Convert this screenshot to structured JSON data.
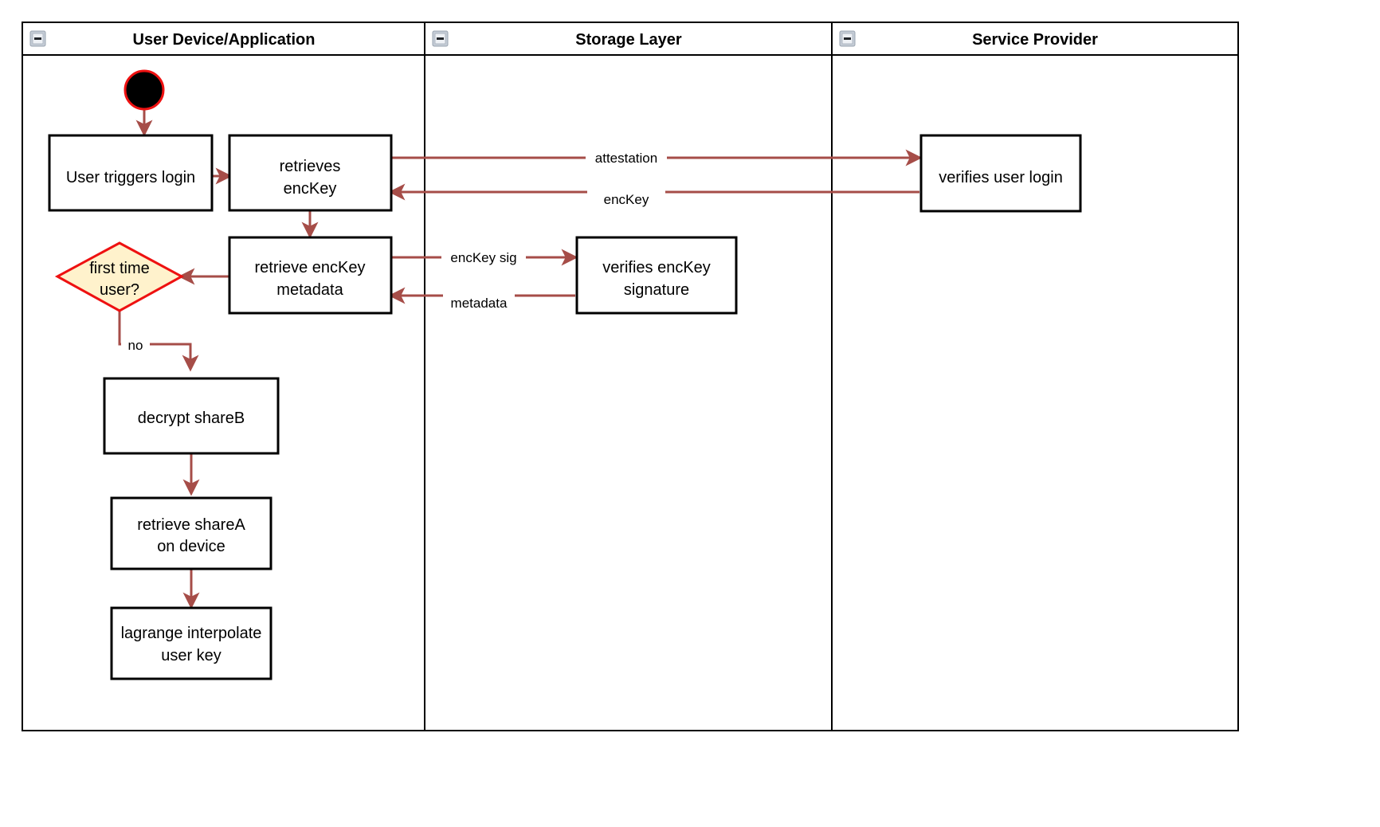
{
  "diagram": {
    "title": "User login key retrieval swimlane activity diagram",
    "colors": {
      "arrow": "#a64d48",
      "decision_fill": "#fff2cc",
      "decision_stroke": "#ee1111",
      "node_stroke": "#000000",
      "node_fill": "#ffffff",
      "start_fill": "#000000",
      "start_stroke": "#ee1111",
      "lane_stroke": "#000000",
      "background": "#ffffff"
    },
    "lanes": [
      {
        "id": "lane-user-device",
        "label": "User Device/Application",
        "collapse_icon": "collapse-minus-icon"
      },
      {
        "id": "lane-storage",
        "label": "Storage Layer",
        "collapse_icon": "collapse-minus-icon"
      },
      {
        "id": "lane-service-provider",
        "label": "Service Provider",
        "collapse_icon": "collapse-minus-icon"
      }
    ],
    "nodes": [
      {
        "id": "start",
        "type": "start",
        "lane": "lane-user-device",
        "label": ""
      },
      {
        "id": "user-triggers-login",
        "type": "activity",
        "lane": "lane-user-device",
        "label_line1": "User triggers login",
        "label_line2": ""
      },
      {
        "id": "retrieves-enckey",
        "type": "activity",
        "lane": "lane-user-device",
        "label_line1": "retrieves",
        "label_line2": "encKey"
      },
      {
        "id": "retrieve-enckey-metadata",
        "type": "activity",
        "lane": "lane-user-device",
        "label_line1": "retrieve encKey",
        "label_line2": "metadata"
      },
      {
        "id": "first-time-user",
        "type": "decision",
        "lane": "lane-user-device",
        "label_line1": "first time",
        "label_line2": "user?"
      },
      {
        "id": "decrypt-shareb",
        "type": "activity",
        "lane": "lane-user-device",
        "label_line1": "decrypt shareB",
        "label_line2": ""
      },
      {
        "id": "retrieve-sharea-on-device",
        "type": "activity",
        "lane": "lane-user-device",
        "label_line1": "retrieve shareA",
        "label_line2": "on device"
      },
      {
        "id": "lagrange-interpolate-user-key",
        "type": "activity",
        "lane": "lane-user-device",
        "label_line1": "lagrange interpolate",
        "label_line2": "user key"
      },
      {
        "id": "verifies-enckey-signature",
        "type": "activity",
        "lane": "lane-storage",
        "label_line1": "verifies encKey",
        "label_line2": "signature"
      },
      {
        "id": "verifies-user-login",
        "type": "activity",
        "lane": "lane-service-provider",
        "label_line1": "verifies user login",
        "label_line2": ""
      }
    ],
    "edges": [
      {
        "id": "edge-start-to-login",
        "from": "start",
        "to": "user-triggers-login",
        "label": ""
      },
      {
        "id": "edge-login-to-retrieves",
        "from": "user-triggers-login",
        "to": "retrieves-enckey",
        "label": ""
      },
      {
        "id": "edge-attestation",
        "from": "retrieves-enckey",
        "to": "verifies-user-login",
        "label": "attestation"
      },
      {
        "id": "edge-enckey",
        "from": "verifies-user-login",
        "to": "retrieves-enckey",
        "label": "encKey"
      },
      {
        "id": "edge-retrieves-to-metadata",
        "from": "retrieves-enckey",
        "to": "retrieve-enckey-metadata",
        "label": ""
      },
      {
        "id": "edge-enckey-sig",
        "from": "retrieve-enckey-metadata",
        "to": "verifies-enckey-signature",
        "label": "encKey sig"
      },
      {
        "id": "edge-metadata",
        "from": "verifies-enckey-signature",
        "to": "retrieve-enckey-metadata",
        "label": "metadata"
      },
      {
        "id": "edge-metadata-to-decision",
        "from": "retrieve-enckey-metadata",
        "to": "first-time-user",
        "label": ""
      },
      {
        "id": "edge-decision-no",
        "from": "first-time-user",
        "to": "decrypt-shareb",
        "label": "no"
      },
      {
        "id": "edge-decrypt-to-sharea",
        "from": "decrypt-shareb",
        "to": "retrieve-sharea-on-device",
        "label": ""
      },
      {
        "id": "edge-sharea-to-lagrange",
        "from": "retrieve-sharea-on-device",
        "to": "lagrange-interpolate-user-key",
        "label": ""
      }
    ]
  }
}
